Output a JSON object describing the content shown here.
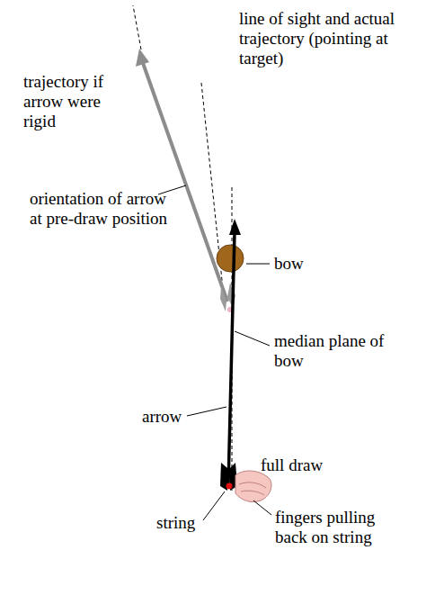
{
  "diagram": {
    "labels": [
      "trajectory if arrow were rigid",
      "line of sight and actual trajectory (pointing at target)",
      "orientation of arrow at pre-draw position",
      "bow",
      "median plane of bow",
      "arrow",
      "full draw",
      "string",
      "fingers pulling back on string"
    ]
  }
}
